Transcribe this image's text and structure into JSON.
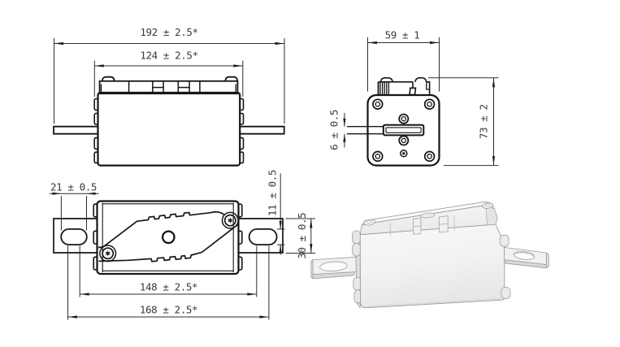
{
  "drawing": {
    "type": "engineering-drawing",
    "subject": "bolt-down strip fuse with slotted blade terminals",
    "background": "#ffffff",
    "line_color": "#161616",
    "dimension_color": "#2e2e2e",
    "text_color": "#3a3a3a",
    "render_fill": "#f1f1f1",
    "render_edge": "#8e8e8e"
  },
  "views": {
    "front_view": {
      "name": "front view",
      "dimensions": {
        "overall_length": "192 ± 2.5*",
        "body_length": "124 ± 2.5*"
      }
    },
    "side_view": {
      "name": "side view",
      "dimensions": {
        "body_width": "59 ± 1",
        "overall_height": "73 ± 2",
        "blade_thickness": "6 ± 0.5"
      }
    },
    "top_view": {
      "name": "top view",
      "dimensions": {
        "slot_length": "21 ± 0.5",
        "slot_width": "11 ± 0.5",
        "blade_width": "30 ± 0.5",
        "hole_centers_min": "148 ± 2.5*",
        "hole_centers_max": "168 ± 2.5*"
      }
    },
    "iso_view": {
      "name": "3d shaded render"
    }
  }
}
